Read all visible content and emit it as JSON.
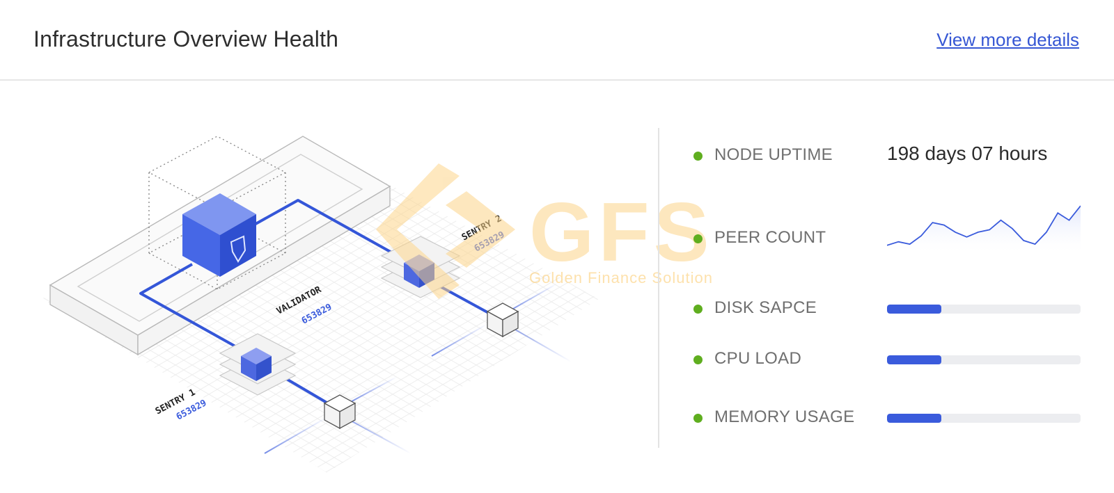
{
  "header": {
    "title": "Infrastructure Overview Health",
    "details_link": "View more details"
  },
  "diagram": {
    "validator": {
      "label": "VALIDATOR",
      "id": "653829"
    },
    "sentry_1": {
      "label": "SENTRY 1",
      "id": "653829"
    },
    "sentry_2": {
      "label": "SENTRY 2",
      "id": "653829"
    }
  },
  "watermark": {
    "logo_text": "GFS",
    "tagline": "Golden Finance Solution"
  },
  "metrics": {
    "node_uptime": {
      "label": "NODE UPTIME",
      "value": "198 days 07 hours"
    },
    "peer_count": {
      "label": "PEER COUNT",
      "sparkline": [
        3,
        6,
        4,
        11,
        22,
        20,
        14,
        10,
        14,
        16,
        24,
        17,
        7,
        4,
        14,
        30,
        24,
        36
      ]
    },
    "disk_space": {
      "label": "DISK SAPCE",
      "fill_fraction": 0.28
    },
    "cpu_load": {
      "label": "CPU LOAD",
      "fill_fraction": 0.28
    },
    "memory_usage": {
      "label": "MEMORY USAGE",
      "fill_fraction": 0.28
    }
  },
  "colors": {
    "accent": "#3a5bdc",
    "status_dot": "#5fae1f",
    "link": "#3657d4",
    "watermark": "#fdd58a"
  }
}
